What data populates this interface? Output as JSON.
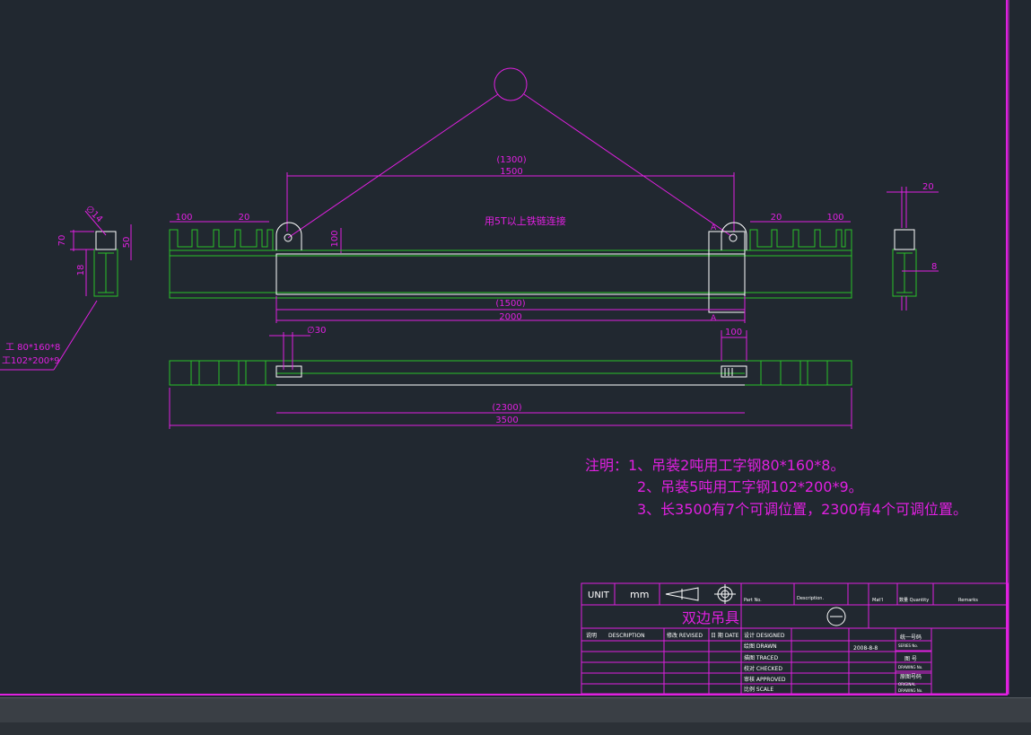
{
  "drawing": {
    "dims": {
      "d1300": "(1300)",
      "d1500": "1500",
      "d1500p": "(1500)",
      "d2000": "2000",
      "d2300": "(2300)",
      "d3500": "3500",
      "d100a": "100",
      "d20a": "20",
      "d20b": "20",
      "d100b": "100",
      "d100v": "100",
      "d20side": "20",
      "d8side": "8",
      "phi14": "∅14",
      "d70": "70",
      "d50": "50",
      "d18": "18",
      "phi30": "∅30",
      "d100c": "100",
      "secA1": "A",
      "secA2": "A"
    },
    "chain_note": "用5T以上铁链连接",
    "beam_small": "工 80*160*8",
    "beam_large": "工102*200*9",
    "notes": {
      "n1": "注明：1、吊装2吨用工字钢80*160*8。",
      "n2": "2、吊装5吨用工字钢102*200*9。",
      "n3": "3、长3500有7个可调位置，2300有4个可调位置。"
    }
  },
  "title_block": {
    "unit_label": "UNIT",
    "unit_value": "mm",
    "title": "双边吊具",
    "part_no": "Part No.",
    "description_hdr": "Description.",
    "mat": "Mat'l",
    "qty": "数量 Quantity",
    "remarks": "Remarks",
    "rev_label": "说明",
    "rev_desc": "DESCRIPTION",
    "revised": "修改 REVISED",
    "date": "日 期 DATE",
    "designed": "设计 DESIGNED",
    "drawn": "绘图 DRAWN",
    "traced": "描图 TRACED",
    "checked": "校对 CHECKED",
    "approved": "审核 APPROVED",
    "scale": "比例 SCALE",
    "date_value": "2008-8-8",
    "series_label": "统一号码",
    "series_sub": "SERIES No.",
    "drawing_label": "图 号",
    "drawing_sub": "DRAWING No.",
    "orig_label": "原图号码",
    "orig_sub": "ORIGINAL",
    "orig_sub2": "DRAWING No."
  },
  "colors": {
    "background": "#212830",
    "magenta": "#e020e0",
    "green": "#29c229",
    "white": "#ffffff"
  }
}
